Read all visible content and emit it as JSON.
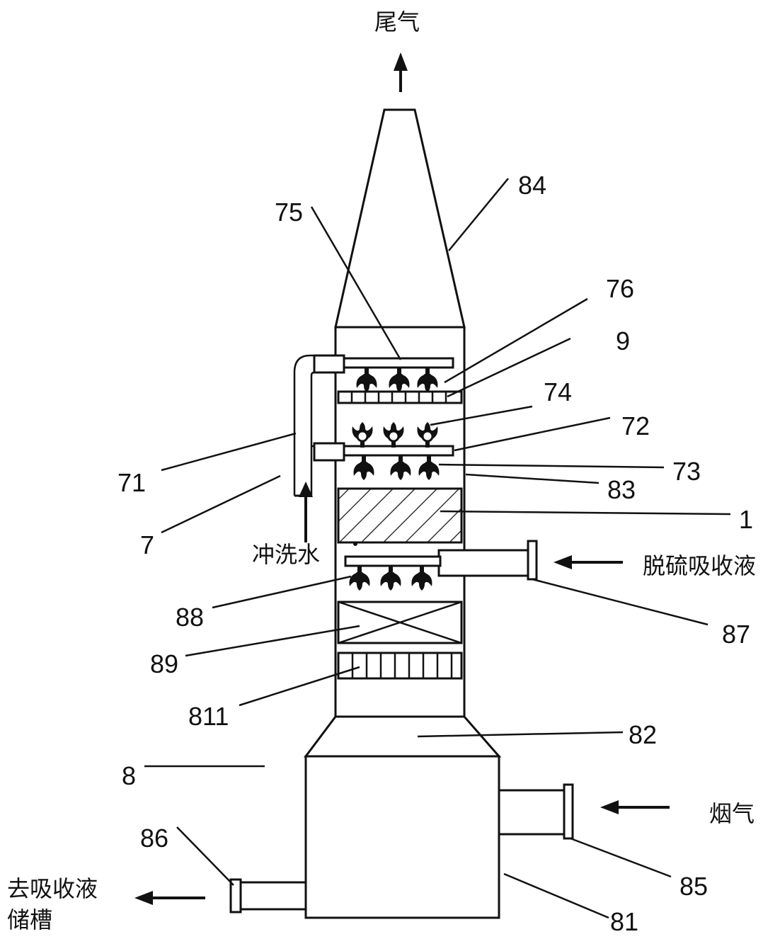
{
  "captions": {
    "exhaust": "尾气",
    "flush_water": "冲洗水",
    "desulfurization_liquid": "脱硫吸收液",
    "flue_gas": "烟气",
    "to_storage_line1": "去吸收液",
    "to_storage_line2": "储槽"
  },
  "labels": {
    "l84": "84",
    "l75": "75",
    "l76": "76",
    "l9": "9",
    "l74": "74",
    "l72": "72",
    "l71": "71",
    "l73": "73",
    "l83": "83",
    "l7": "7",
    "l1": "1",
    "l88": "88",
    "l87": "87",
    "l89": "89",
    "l811": "811",
    "l82": "82",
    "l8": "8",
    "l86": "86",
    "l85": "85",
    "l81": "81"
  }
}
